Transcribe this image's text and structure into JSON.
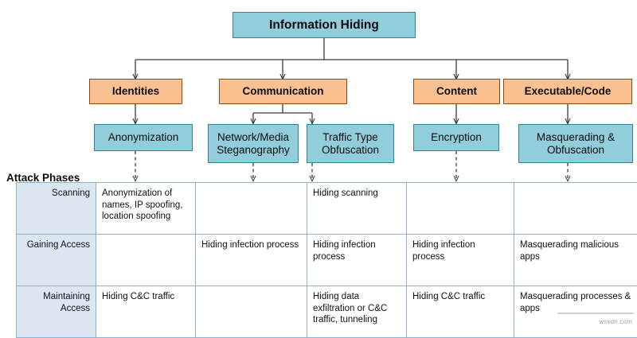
{
  "diagram": {
    "root": {
      "label": "Information Hiding"
    },
    "categories": [
      {
        "label": "Identities"
      },
      {
        "label": "Communication"
      },
      {
        "label": "Content"
      },
      {
        "label": "Executable/Code"
      }
    ],
    "techniques": [
      {
        "label": "Anonymization"
      },
      {
        "label": "Network/Media Steganography"
      },
      {
        "label": "Traffic Type Obfuscation"
      },
      {
        "label": "Encryption"
      },
      {
        "label": "Masquerading & Obfuscation"
      }
    ]
  },
  "table": {
    "corner_label": "Attack Phases",
    "rows": [
      {
        "phase": "Scanning",
        "cells": [
          "Anonymization of names, IP spoofing, location spoofing",
          "",
          "Hiding scanning",
          "",
          ""
        ]
      },
      {
        "phase": "Gaining Access",
        "cells": [
          "",
          "Hiding infection process",
          "Hiding infection process",
          "Hiding infection process",
          "Masquerading malicious apps"
        ]
      },
      {
        "phase": "Maintaining Access",
        "cells": [
          "Hiding C&C traffic",
          "",
          "Hiding data exfiltration or C&C traffic, tunneling",
          "Hiding C&C traffic",
          "Masquerading processes & apps"
        ]
      }
    ]
  },
  "watermark": {
    "text": "wsxdn.com"
  },
  "colors": {
    "blue_fill": "#92CDDC",
    "blue_border": "#31859B",
    "orange_fill": "#FAC090",
    "orange_border": "#974706",
    "row_header_fill": "#DCE6F1",
    "table_border": "#8DB3CE"
  }
}
